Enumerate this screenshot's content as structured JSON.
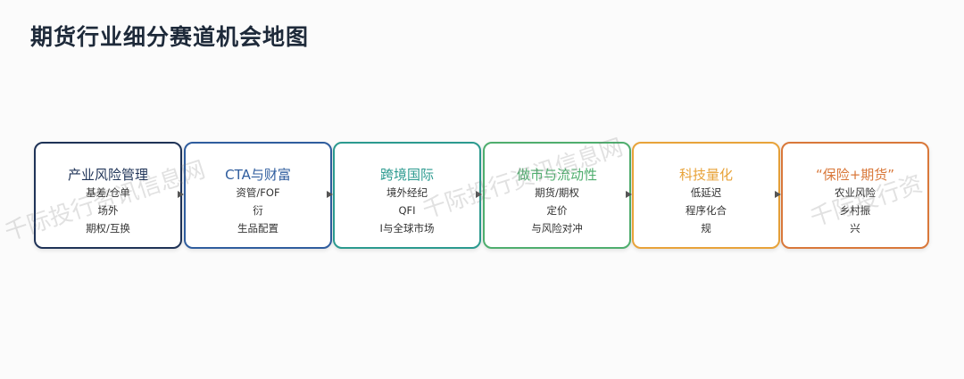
{
  "title": "期货行业细分赛道机会地图",
  "colors": {
    "card1": "#1f3357",
    "card2": "#2f5d9e",
    "card3": "#2b9a8f",
    "card4": "#4fae6e",
    "card5": "#e8a33a",
    "card6": "#d9783a"
  },
  "cards": [
    {
      "title": "产业风险管理",
      "lines": [
        "基差/仓单",
        "场外",
        "期权/互换"
      ]
    },
    {
      "title": "CTA与财富",
      "lines": [
        "资管/FOF",
        "衍",
        "生品配置"
      ]
    },
    {
      "title": "跨境国际",
      "lines": [
        "境外经纪",
        "QFI",
        "I与全球市场"
      ]
    },
    {
      "title": "做市与流动性",
      "lines": [
        "期货/期权",
        "定价",
        "与风险对冲"
      ]
    },
    {
      "title": "科技量化",
      "lines": [
        "低延迟",
        "程序化合",
        "规"
      ]
    },
    {
      "title": "“保险+期货”",
      "lines": [
        "农业风险",
        "乡村振",
        "兴"
      ]
    }
  ],
  "watermarks": [
    "千际投行资讯信息网",
    "千际投行资讯信息网",
    "千际投行资"
  ]
}
